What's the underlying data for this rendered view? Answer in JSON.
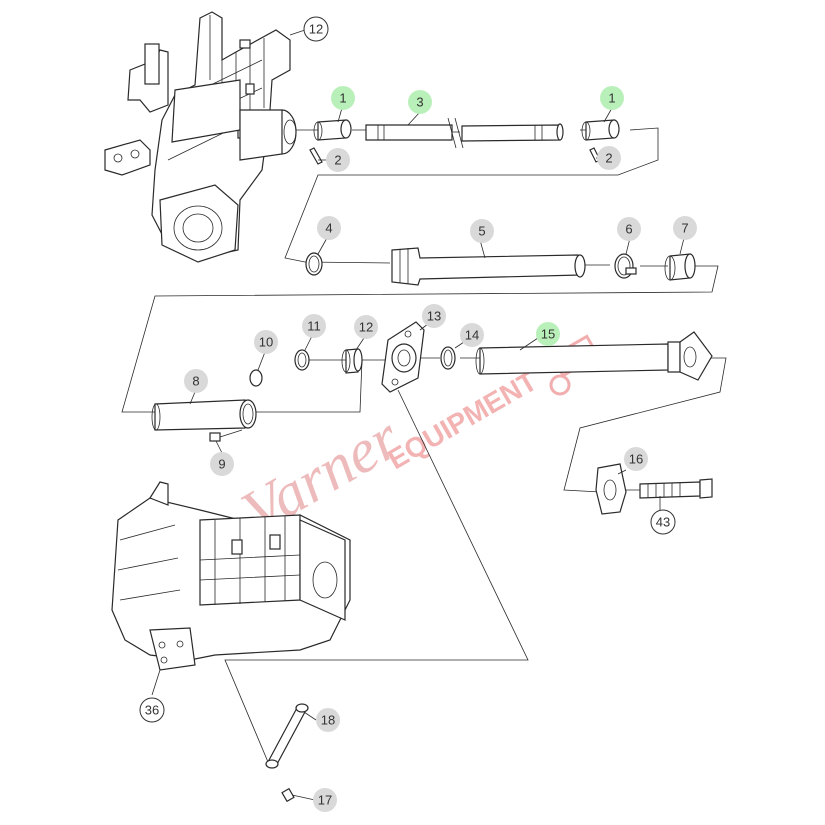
{
  "diagram": {
    "colors": {
      "line": "#2a2a2a",
      "callout_gray": "#d9d9d9",
      "callout_green": "#b9f0b9",
      "callout_white": "#ffffff",
      "watermark": "#e8a5a5"
    },
    "callouts": [
      {
        "id": "c12a",
        "label": "12",
        "style": "white"
      },
      {
        "id": "c1a",
        "label": "1",
        "style": "green"
      },
      {
        "id": "c3",
        "label": "3",
        "style": "green"
      },
      {
        "id": "c1b",
        "label": "1",
        "style": "green"
      },
      {
        "id": "c2a",
        "label": "2",
        "style": "gray"
      },
      {
        "id": "c2b",
        "label": "2",
        "style": "gray"
      },
      {
        "id": "c4",
        "label": "4",
        "style": "gray"
      },
      {
        "id": "c5",
        "label": "5",
        "style": "gray"
      },
      {
        "id": "c6",
        "label": "6",
        "style": "gray"
      },
      {
        "id": "c7",
        "label": "7",
        "style": "gray"
      },
      {
        "id": "c10",
        "label": "10",
        "style": "gray"
      },
      {
        "id": "c11",
        "label": "11",
        "style": "gray"
      },
      {
        "id": "c12b",
        "label": "12",
        "style": "gray"
      },
      {
        "id": "c13",
        "label": "13",
        "style": "gray"
      },
      {
        "id": "c14",
        "label": "14",
        "style": "gray"
      },
      {
        "id": "c15",
        "label": "15",
        "style": "green"
      },
      {
        "id": "c8",
        "label": "8",
        "style": "gray"
      },
      {
        "id": "c9",
        "label": "9",
        "style": "gray"
      },
      {
        "id": "c16",
        "label": "16",
        "style": "gray"
      },
      {
        "id": "c43",
        "label": "43",
        "style": "white"
      },
      {
        "id": "c36",
        "label": "36",
        "style": "white"
      },
      {
        "id": "c18",
        "label": "18",
        "style": "gray"
      },
      {
        "id": "c17",
        "label": "17",
        "style": "gray"
      }
    ],
    "watermark": {
      "script": "Varner",
      "word": "EQUIPMENT"
    }
  }
}
